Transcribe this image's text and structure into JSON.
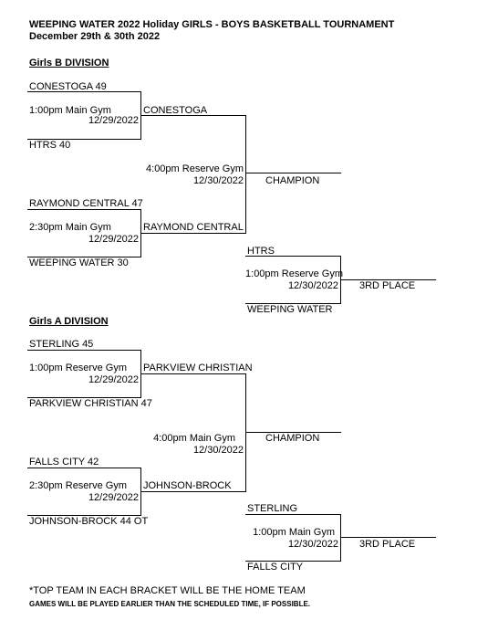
{
  "header": {
    "title": "WEEPING WATER 2022 Holiday GIRLS - BOYS  BASKETBALL TOURNAMENT",
    "dates": "December 29th & 30th 2022"
  },
  "girls_b": {
    "heading": "Girls B DIVISION",
    "team1": "CONESTOGA 49",
    "game1_time": "1:00pm Main Gym",
    "game1_date": "12/29/2022",
    "winner1": "CONESTOGA",
    "team2": "HTRS 40",
    "final_time": "4:00pm Reserve Gym",
    "final_date": "12/30/2022",
    "champion": "CHAMPION",
    "team3": "RAYMOND CENTRAL 47",
    "game2_time": "2:30pm Main Gym",
    "game2_date": "12/29/2022",
    "winner2": "RAYMOND CENTRAL",
    "team4": "WEEPING WATER 30",
    "third_team1": "HTRS",
    "third_time": "1:00pm Reserve Gym",
    "third_date": "12/30/2022",
    "third_place": "3RD PLACE",
    "third_team2": "WEEPING WATER"
  },
  "girls_a": {
    "heading": "Girls A  DIVISION",
    "team1": "STERLING 45",
    "game1_time": "1:00pm Reserve Gym",
    "game1_date": "12/29/2022",
    "winner1": "PARKVIEW CHRISTIAN",
    "team2": "PARKVIEW CHRISTIAN 47",
    "final_time": "4:00pm Main Gym",
    "final_date": "12/30/2022",
    "champion": "CHAMPION",
    "team3": "FALLS CITY 42",
    "game2_time": "2:30pm Reserve Gym",
    "game2_date": "12/29/2022",
    "winner2": "JOHNSON-BROCK",
    "team4": "JOHNSON-BROCK 44 OT",
    "third_team1": "STERLING",
    "third_time": "1:00pm Main Gym",
    "third_date": "12/30/2022",
    "third_place": "3RD PLACE",
    "third_team2": "FALLS CITY"
  },
  "footer": {
    "note1": "*TOP TEAM IN EACH BRACKET WILL BE THE HOME TEAM",
    "note2": "GAMES WILL BE PLAYED EARLIER THAN THE SCHEDULED TIME, IF POSSIBLE."
  }
}
